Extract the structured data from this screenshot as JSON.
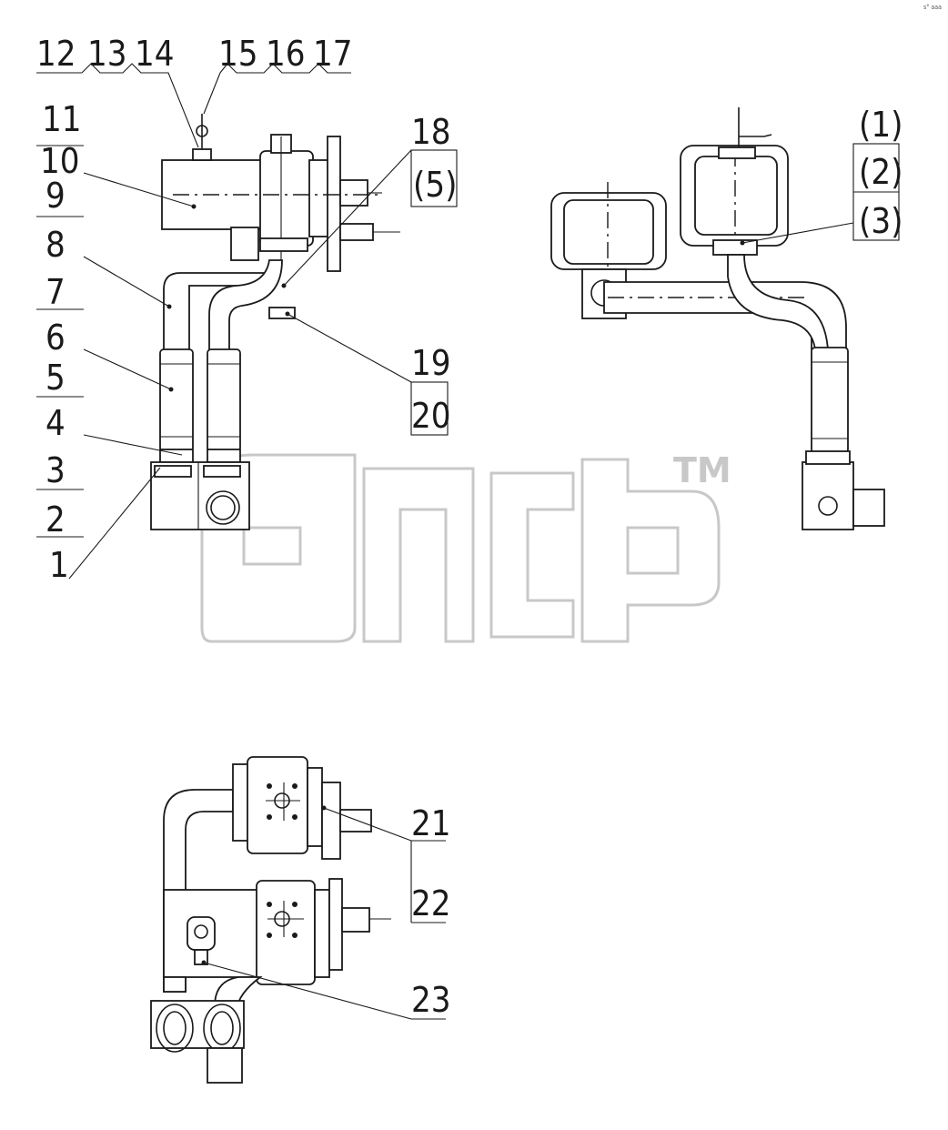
{
  "diagram": {
    "corner_mark": "s° aaa",
    "watermark": {
      "trademark": "TM"
    },
    "callouts": {
      "c1": "1",
      "c2": "2",
      "c3": "3",
      "c4": "4",
      "c5": "5",
      "c6": "6",
      "c7": "7",
      "c8": "8",
      "c9": "9",
      "c10": "10",
      "c11": "11",
      "c12": "12",
      "c13": "13",
      "c14": "14",
      "c15": "15",
      "c16": "16",
      "c17": "17",
      "c18": "18",
      "c5p": "(5)",
      "c19": "19",
      "c20": "20",
      "c1p": "(1)",
      "c2p": "(2)",
      "c3p": "(3)",
      "c21": "21",
      "c22": "22",
      "c23": "23"
    }
  }
}
